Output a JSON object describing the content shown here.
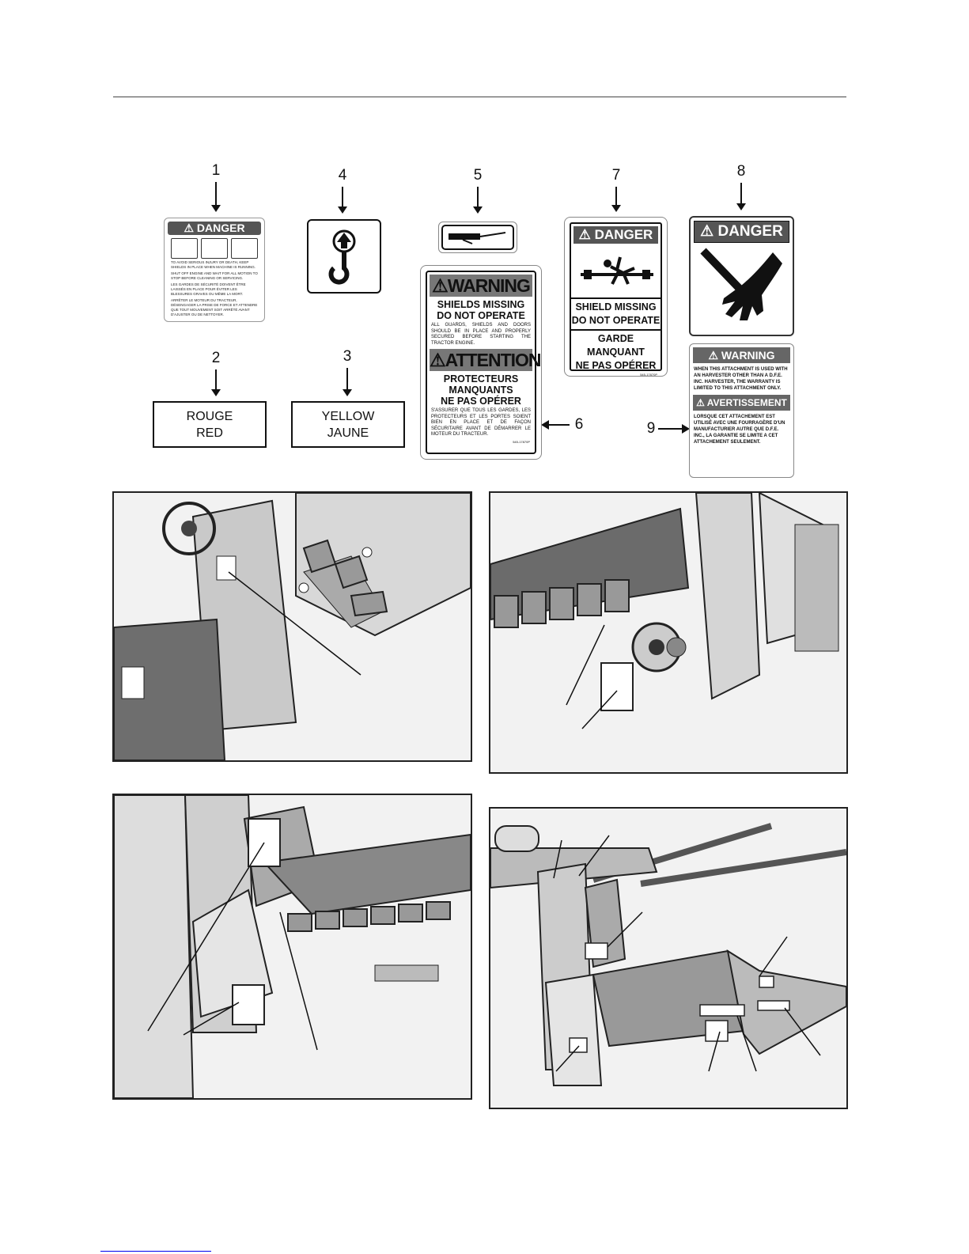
{
  "callouts": {
    "n1": "1",
    "n2": "2",
    "n3": "3",
    "n4": "4",
    "n5": "5",
    "n6": "6",
    "n7": "7",
    "n8": "8",
    "n9": "9"
  },
  "decal1": {
    "header": "DANGER",
    "fine1": "TO AVOID SERIOUS INJURY OR DEATH, KEEP SHIELDS IN PLACE WHEN MACHINE IS RUNNING.",
    "fine2": "SHUT OFF ENGINE AND WAIT FOR ALL MOTION TO STOP BEFORE CLEANING OR SERVICING.",
    "fine3": "LES GARDES DE SÉCURITÉ DOIVENT ÊTRE LAISSÉS EN PLACE POUR ÉVITER LES BLESSURES GRAVES OU MÊME LA MORT.",
    "fine4": "ARRÊTER LE MOTEUR DU TRACTEUR, DÉSENGAGER LA PRISE DE FORCE ET ATTENDRE QUE TOUT MOUVEMENT SOIT ARRÊTÉ AVANT D'AJUSTER OU DE NETTOYER."
  },
  "decal2": {
    "line1": "ROUGE",
    "line2": "RED"
  },
  "decal3": {
    "line1": "YELLOW",
    "line2": "JAUNE"
  },
  "decal6": {
    "warning": "WARNING",
    "shields": "SHIELDS MISSING",
    "dno": "DO NOT OPERATE",
    "fine_en": "ALL GUARDS, SHIELDS AND DOORS SHOULD BE IN PLACE AND PROPERLY SECURED BEFORE STARTING THE TRACTOR ENGINE.",
    "attention": "ATTENTION",
    "fr1": "PROTECTEURS",
    "fr2": "MANQUANTS",
    "fr3": "NE PAS OPÉRER",
    "fine_fr": "S'ASSURER QUE TOUS LES GARDES, LES PROTECTEURS ET LES PORTES SOIENT BIEN EN PLACE ET DE FAÇON SÉCURITAIRE AVANT DE DÉMARRER LE MOTEUR DU TRACTEUR.",
    "code": "545-17870P"
  },
  "decal7": {
    "header": "DANGER",
    "l1": "SHIELD MISSING",
    "l2": "DO NOT OPERATE",
    "l3": "GARDE MANQUANT",
    "l4": "NE PAS OPÉRER",
    "code": "545-17870P"
  },
  "decal8": {
    "header": "DANGER"
  },
  "decal9": {
    "warning": "WARNING",
    "fine_en": "WHEN THIS ATTACHMENT IS USED WITH AN HARVESTER OTHER THAN A D.F.E. INC. HARVESTER, THE WARRANTY IS LIMITED TO THIS ATTACHMENT ONLY.",
    "avert": "AVERTISSEMENT",
    "fine_fr": "LORSQUE CET ATTACHEMENT EST UTILISÉ AVEC UNE FOURRAGÈRE D'UN MANUFACTURIER AUTRE QUE D.F.E. INC., LA GARANTIE SE LIMITE A CET ATTACHEMENT SEULEMENT."
  },
  "colors": {
    "accent": "#555555",
    "text": "#111111",
    "link": "#0000ee"
  }
}
